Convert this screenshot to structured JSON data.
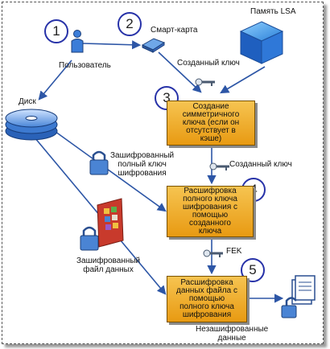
{
  "steps": [
    {
      "number": "1"
    },
    {
      "number": "2"
    },
    {
      "number": "3"
    },
    {
      "number": "4"
    },
    {
      "number": "5"
    }
  ],
  "labels": {
    "user": "Пользователь",
    "smartcard": "Смарт-карта",
    "lsa_memory": "Память LSA",
    "disk": "Диск",
    "created_key_1": "Созданный ключ",
    "created_key_2": "Созданный ключ",
    "encrypted_fek": "Зашифрованный\nполный ключ\nшифрования",
    "fek": "FEK",
    "encrypted_file": "Зашифрованный\nфайл данных",
    "decrypted_data": "Незашифрованные\nданные"
  },
  "boxes": {
    "create_key": "Создание\nсимметричного\nключа (если он\nотсутствует в\nкэше)",
    "decrypt_fek": "Расшифровка\nполного ключа\nшифрования с\nпомощью\nсозданного\nключа",
    "decrypt_file": "Расшифровка\nданных файла с\nпомощью\nполного ключа\nшифрования"
  },
  "colors": {
    "arrow": "#2d56a6",
    "box_fill_top": "#f6c451",
    "box_fill_bottom": "#e89a12",
    "step_circle": "#2732a8"
  },
  "icons": {
    "user": "user-icon",
    "smartcard": "smartcard-icon",
    "lsa": "cube-icon",
    "disk": "disk-icon",
    "key": "key-icon",
    "lock": "padlock-icon",
    "file": "encrypted-file-icon",
    "document": "document-icon"
  }
}
